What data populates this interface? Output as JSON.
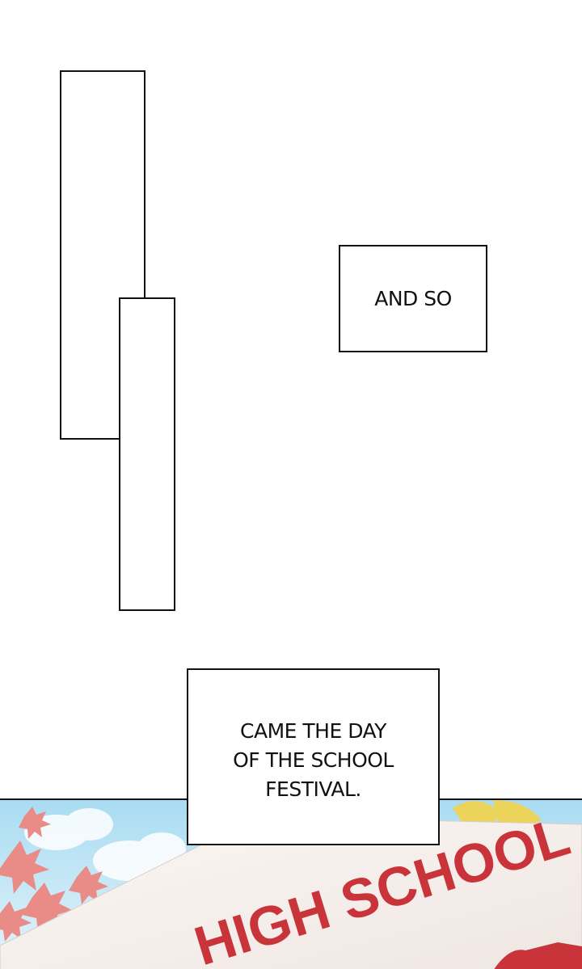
{
  "captions": {
    "and_so": "AND SO",
    "festival": "CAME THE DAY\nOF THE SCHOOL\nFESTIVAL."
  },
  "banner": {
    "text": "HIGH SCHOOL"
  },
  "colors": {
    "sky": "#bfe6f6",
    "maple_leaf": "#e98b86",
    "ginkgo_leaf": "#f3d34a",
    "banner_cloth": "#f6f0ec",
    "banner_text": "#c8343a",
    "frame_line": "#111111"
  }
}
